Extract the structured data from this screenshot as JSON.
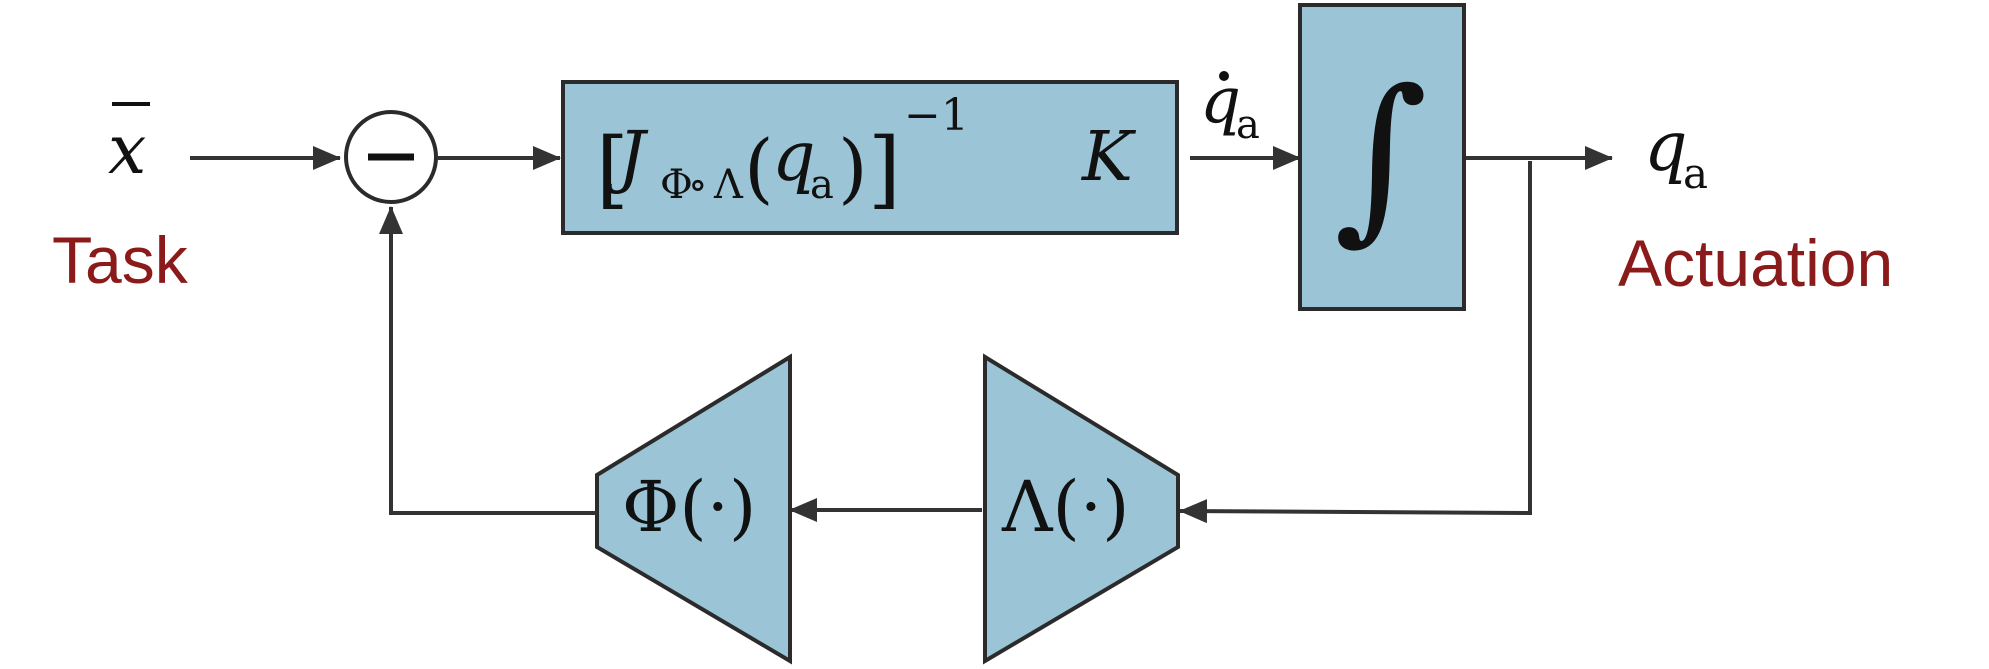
{
  "colors": {
    "block_fill": "#9BC5D6",
    "block_stroke": "#2b2b2b",
    "line": "#333333",
    "label_red": "#8B1A1A"
  },
  "input": {
    "symbol": "x",
    "bar": "‾",
    "label": "Task"
  },
  "summing_junction": {
    "sign": "−"
  },
  "gain_block": {
    "open_bracket": "[",
    "J": "J",
    "sub_phi": "Φ",
    "sub_circ": "∘",
    "sub_lambda": "Λ",
    "open_paren": "(",
    "q": "q",
    "q_sub": "a",
    "close_paren": ")",
    "close_bracket": "]",
    "exponent": "−1",
    "K": "K"
  },
  "qdot_signal": {
    "symbol": "q",
    "dot": "˙",
    "sub": "a"
  },
  "integrator": {
    "symbol": "∫"
  },
  "output": {
    "symbol": "q",
    "sub": "a",
    "label": "Actuation"
  },
  "lambda_block": {
    "text": "Λ(·)"
  },
  "phi_block": {
    "text": "Φ(·)"
  }
}
